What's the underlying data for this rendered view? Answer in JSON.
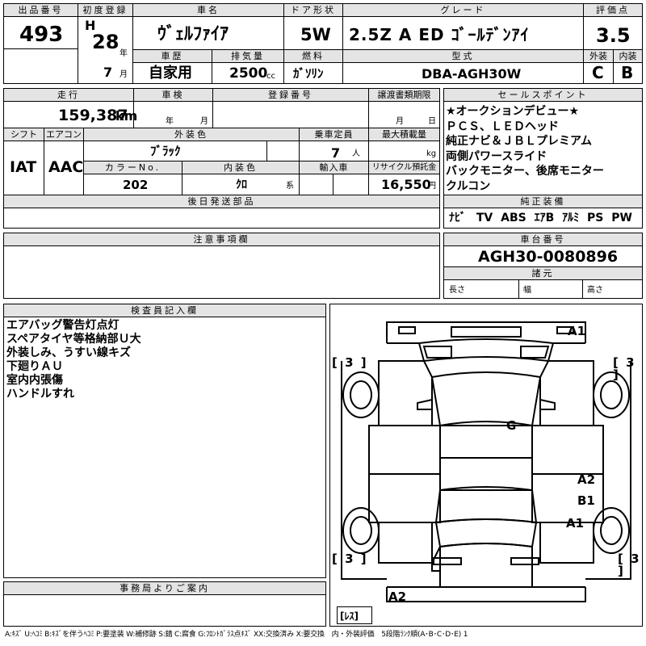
{
  "header": {
    "lot_label": "出品番号",
    "lot_value": "493",
    "reg_label": "初度登録",
    "era": "H",
    "year": "28",
    "year_unit": "年",
    "month": "7",
    "month_unit": "月",
    "name_label": "車名",
    "name_value": "ｳﾞｪﾙﾌｧｲｱ",
    "door_label": "ドア形状",
    "door_value": "5W",
    "grade_label": "グレード",
    "grade_value": "2.5Z A ED ｺﾞｰﾙﾃﾞﾝｱｲ",
    "score_label": "評価点",
    "score_value": "3.5",
    "ext_label": "外装",
    "ext_value": "C",
    "int_label": "内装",
    "int_value": "B",
    "history_label": "車歴",
    "history_value": "自家用",
    "disp_label": "排気量",
    "disp_value": "2500",
    "disp_unit": "cc",
    "fuel_label": "燃料",
    "fuel_value": "ｶﾞｿﾘﾝ",
    "model_label": "型式",
    "model_value": "DBA-AGH30W"
  },
  "specs": {
    "mileage_label": "走行",
    "mileage_value": "159,387",
    "mileage_unit": "km",
    "inspection_label": "車検",
    "insp_year_unit": "年",
    "insp_month_unit": "月",
    "regno_label": "登録番号",
    "transfer_label": "譲渡書類期限",
    "transfer_month_unit": "月",
    "transfer_day_unit": "日",
    "shift_label": "シフト",
    "shift_value": "IAT",
    "ac_label": "エアコン",
    "ac_value": "AAC",
    "ext_color_label": "外装色",
    "ext_color_value": "ﾌﾞﾗｯｸ",
    "capacity_label": "乗車定員",
    "capacity_value": "7",
    "capacity_unit": "人",
    "maxload_label": "最大積載量",
    "maxload_unit": "kg",
    "colorno_label": "カラーNo.",
    "colorno_value": "202",
    "int_color_label": "内装色",
    "int_color_value": "ｸﾛ",
    "int_color_unit": "系",
    "import_label": "輸入車",
    "recycle_label": "リサイクル預託金",
    "recycle_value": "16,550",
    "recycle_unit": "円",
    "later_label": "後日発送部品"
  },
  "sales": {
    "label": "セールスポイント",
    "lines": [
      "★オークションデビュー★",
      "ＰＣＳ、ＬＥＤヘッド",
      "純正ナビ＆ＪＢＬプレミアム",
      "両側パワースライド",
      "バックモニター、後席モニター",
      "クルコン"
    ]
  },
  "equipment": {
    "label": "純正装備",
    "items": [
      "ﾅﾋﾞ",
      "TV",
      "ABS",
      "ｴｱB",
      "ｱﾙﾐ",
      "PS",
      "PW"
    ]
  },
  "notes": {
    "label": "注意事項欄"
  },
  "chassis": {
    "label": "車台番号",
    "value": "AGH30-0080896"
  },
  "dimensions": {
    "label": "諸元",
    "length": "長さ",
    "width": "幅",
    "height": "高さ"
  },
  "inspector": {
    "label": "検査員記入欄",
    "lines": [
      "エアバッグ警告灯点灯",
      "スペアタイヤ等格納部Ｕ大",
      "外装しみ、うすい線キズ",
      "下廻りＡＵ",
      "室内内張傷",
      "ハンドルすれ"
    ]
  },
  "office": {
    "label": "事務局よりご案内"
  },
  "diagram": {
    "a1_top": "A1",
    "g": "G",
    "a2_mid": "A2",
    "b1": "B1",
    "a1_mid": "A1",
    "a2_bottom": "A2",
    "t_fl": "[ 3 ]",
    "t_fr": "[ 3 ]",
    "t_rl": "[ 3 ]",
    "t_rr": "[ 3 ]",
    "spare": "[ﾚｽ]"
  },
  "legend": "A:ｷｽﾞ U:ﾍｺﾐ B:ｷｽﾞを伴うﾍｺﾐ P:要塗装 W:補修跡 S:錆 C:腐食 G:ﾌﾛﾝﾄｶﾞﾗｽ点ｷｽﾞ XX:交換済み X:要交換　内・外装評価　5段階ﾗﾝｸ順(A･B･C･D･E) 1"
}
